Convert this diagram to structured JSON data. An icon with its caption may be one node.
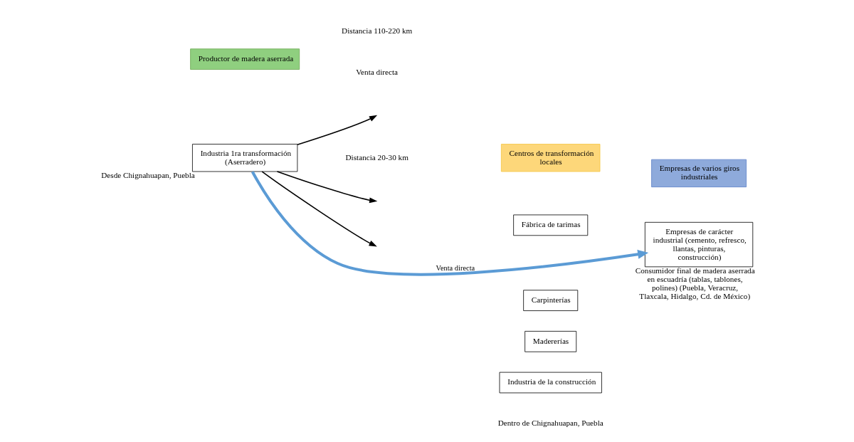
{
  "diagram": {
    "nodes": [
      {
        "text": [
          "Productor de madera aserrada"
        ]
      },
      {
        "text": [
          "Centros de transformación locales"
        ]
      },
      {
        "text": [
          "Empresas de varios giros industriales"
        ]
      },
      {
        "text": [
          "Industria 1ra transformación (Aserradero)"
        ],
        "beside": [
          "Desde Chignahuapan, Puebla"
        ]
      },
      {
        "text": [
          "Fábrica de tarimas"
        ]
      },
      {
        "text": [
          "Carpinterías"
        ]
      },
      {
        "text": [
          "Madererías"
        ]
      },
      {
        "text": [
          "Industria de la construcción"
        ]
      },
      {
        "text": [
          "Empresas de carácter industrial (cemento, refresco, llantas, pinturas, construcción)"
        ],
        "beside": [
          "Consumidor final de madera aserrada en escuadría (tablas, tablones, polines) (Puebla, Veracruz, Tlaxcala, Hidalgo, Cd. de México)"
        ]
      }
    ],
    "edges": [
      {
        "from": 3,
        "to": 8,
        "arrow": "to",
        "label": "Venta directa",
        "color": "#5b9bd5",
        "style": "thick"
      },
      {
        "from": 3,
        "to": null,
        "arrow": "to"
      },
      {
        "from": 3,
        "to": null,
        "arrow": "to"
      },
      {
        "from": 3,
        "to": null,
        "arrow": "to"
      }
    ],
    "labels": [
      "Distancia 110-220 km",
      "Venta directa",
      "Distancia 20-30 km",
      "Dentro de Chignahuapan, Puebla"
    ]
  }
}
